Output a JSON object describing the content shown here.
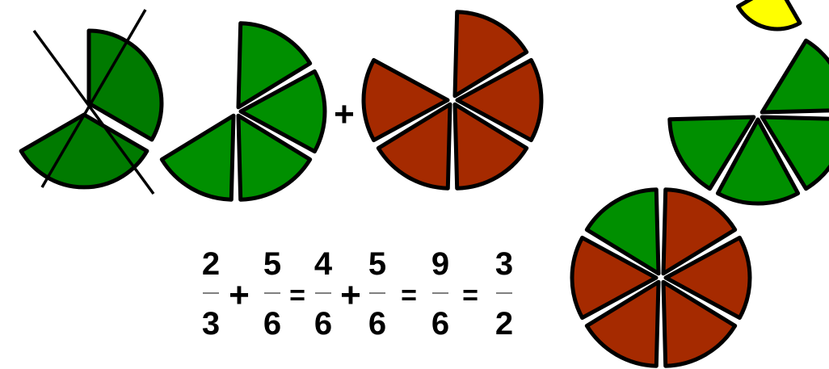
{
  "colors": {
    "green": "#008f00",
    "dark_green": "#007a00",
    "brown": "#a52a00",
    "yellow": "#ffff00",
    "outline": "#000000"
  },
  "plus_sign": "+",
  "equation": {
    "fractions": [
      {
        "num": "2",
        "den": "3"
      },
      {
        "num": "5",
        "den": "6"
      },
      {
        "num": "4",
        "den": "6"
      },
      {
        "num": "5",
        "den": "6"
      },
      {
        "num": "9",
        "den": "6"
      },
      {
        "num": "3",
        "den": "2"
      }
    ],
    "operators": [
      "+",
      "=",
      "+",
      "=",
      "="
    ]
  }
}
